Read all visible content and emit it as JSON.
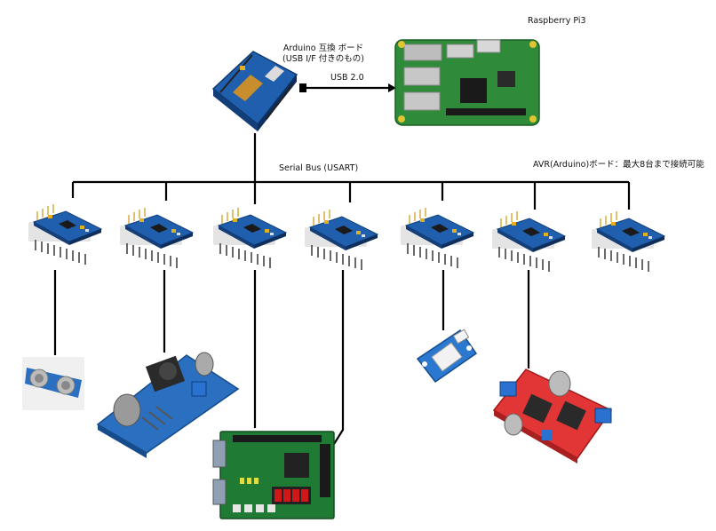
{
  "labels": {
    "arduino_board": "Arduino 互換 ボード",
    "arduino_board_sub": "(USB I/F 付きのもの)",
    "raspberry": "Raspberry Pi3",
    "usb": "USB 2.0",
    "serial_bus": "Serial Bus (USART)",
    "avr_note": "AVR(Arduino)ボード：最大8台まで接続可能"
  },
  "colors": {
    "pcb_blue": "#1f5fae",
    "rpi_green": "#2f8a3a",
    "fpga_green": "#1f7a33",
    "red_board": "#e23636",
    "grove_blue": "#2a78d0",
    "line": "#000000"
  }
}
